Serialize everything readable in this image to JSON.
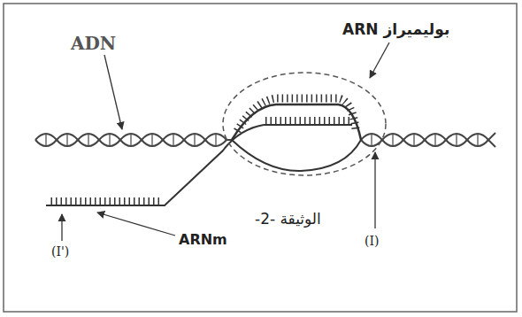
{
  "diagram": {
    "labels": [
      "ADN",
      "ARN بوليميراز",
      "ARNm",
      "الوثيقة -2-",
      "(I)",
      "(I')"
    ]
  }
}
